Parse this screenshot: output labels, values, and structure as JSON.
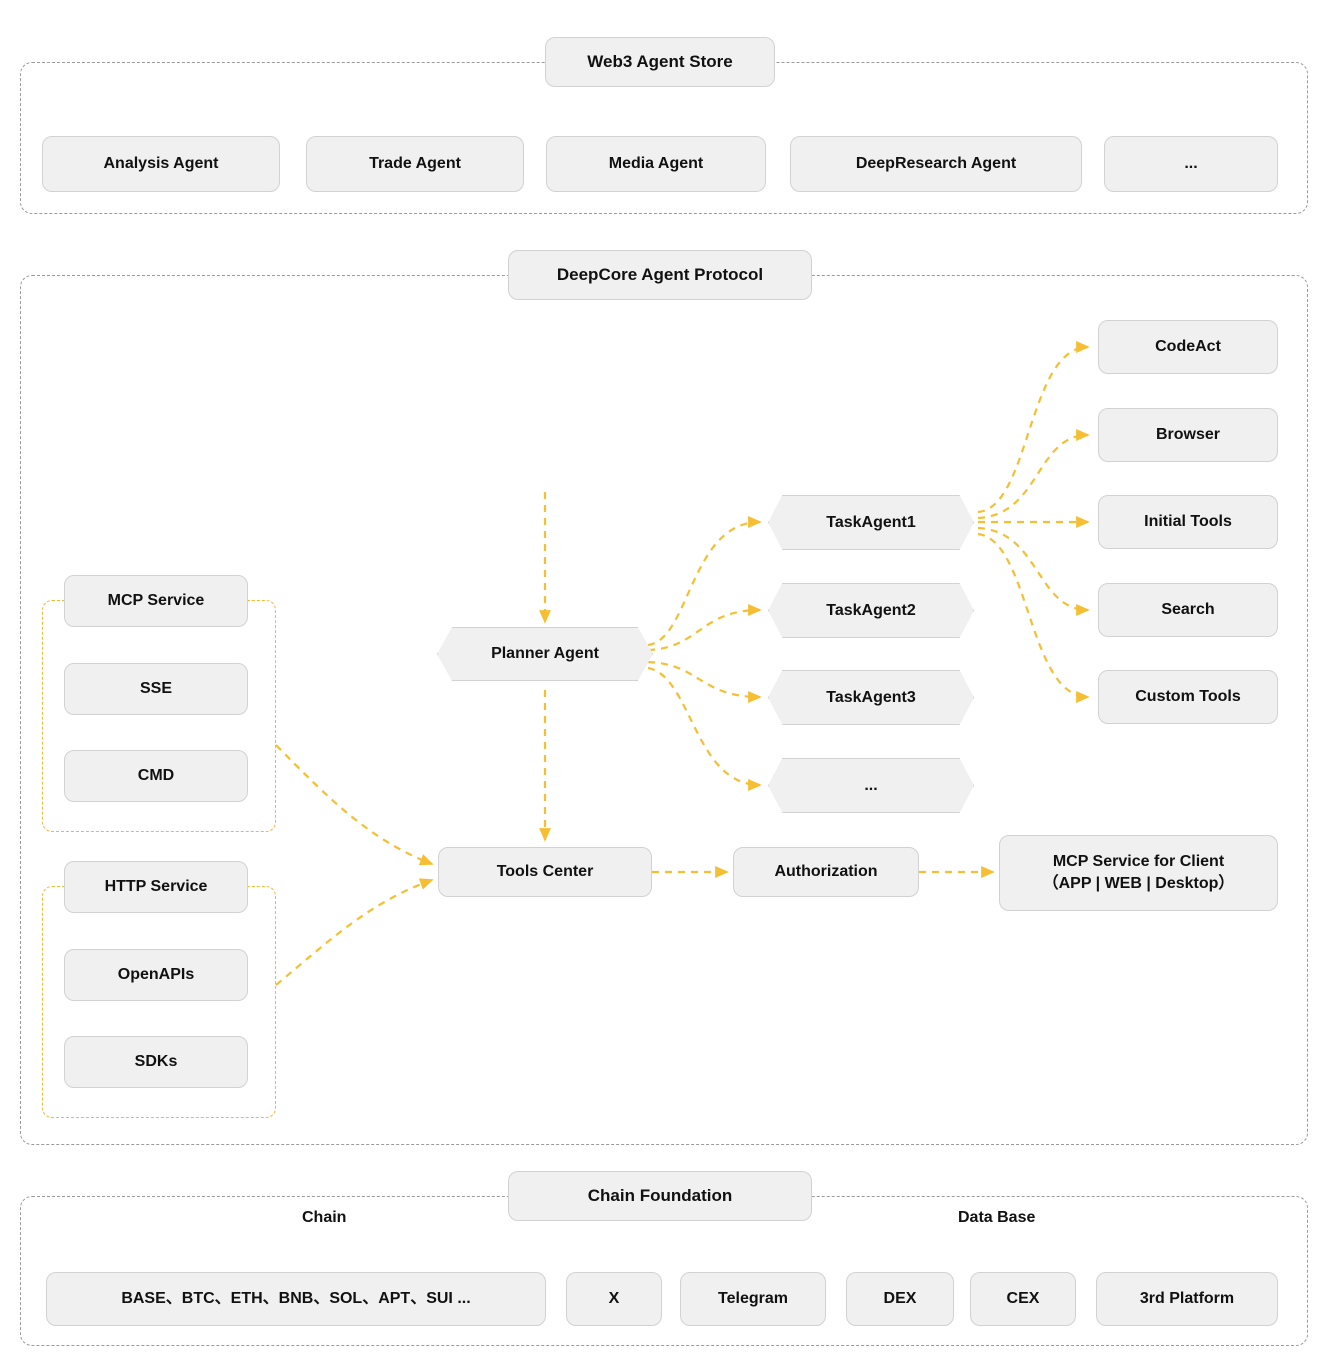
{
  "diagram": {
    "title_visible": false,
    "accent_color": "#f6bf33",
    "node_fill": "#f0f0f0",
    "node_border": "#d2d2d2",
    "section_border": "#9a9a9e"
  },
  "sections": [
    {
      "id": "web3_store",
      "title": "Web3 Agent Store"
    },
    {
      "id": "deepcore",
      "title": "DeepCore Agent Protocol"
    },
    {
      "id": "chain_foundation",
      "title": "Chain Foundation"
    }
  ],
  "web3_agent_store": {
    "title": "Web3 Agent Store",
    "agents": [
      {
        "label": "Analysis Agent"
      },
      {
        "label": "Trade Agent"
      },
      {
        "label": "Media Agent"
      },
      {
        "label": "DeepResearch Agent"
      },
      {
        "label": "..."
      }
    ]
  },
  "deepcore_agent_protocol": {
    "title": "DeepCore Agent Protocol",
    "planner": {
      "label": "Planner Agent"
    },
    "task_agents": [
      {
        "label": "TaskAgent1"
      },
      {
        "label": "TaskAgent2"
      },
      {
        "label": "TaskAgent3"
      },
      {
        "label": "..."
      }
    ],
    "tools": [
      {
        "label": "CodeAct"
      },
      {
        "label": "Browser"
      },
      {
        "label": "Initial Tools"
      },
      {
        "label": "Search"
      },
      {
        "label": "Custom Tools"
      }
    ],
    "mcp_group": {
      "header": "MCP Service",
      "items": [
        {
          "label": "SSE"
        },
        {
          "label": "CMD"
        }
      ]
    },
    "http_group": {
      "header": "HTTP Service",
      "items": [
        {
          "label": "OpenAPIs"
        },
        {
          "label": "SDKs"
        }
      ]
    },
    "pipeline": {
      "tools_center": "Tools Center",
      "authorization": "Authorization",
      "mcp_client_line1": "MCP Service for Client",
      "mcp_client_line2": "（APP | WEB | Desktop）"
    }
  },
  "chain_foundation": {
    "title": "Chain Foundation",
    "column_labels": {
      "chain": "Chain",
      "data_base": "Data Base"
    },
    "chain_box": {
      "label": "BASE、BTC、ETH、BNB、SOL、APT、SUI ..."
    },
    "data_base_boxes": [
      {
        "label": "X"
      },
      {
        "label": "Telegram"
      },
      {
        "label": "DEX"
      },
      {
        "label": "CEX"
      },
      {
        "label": "3rd Platform"
      }
    ]
  }
}
